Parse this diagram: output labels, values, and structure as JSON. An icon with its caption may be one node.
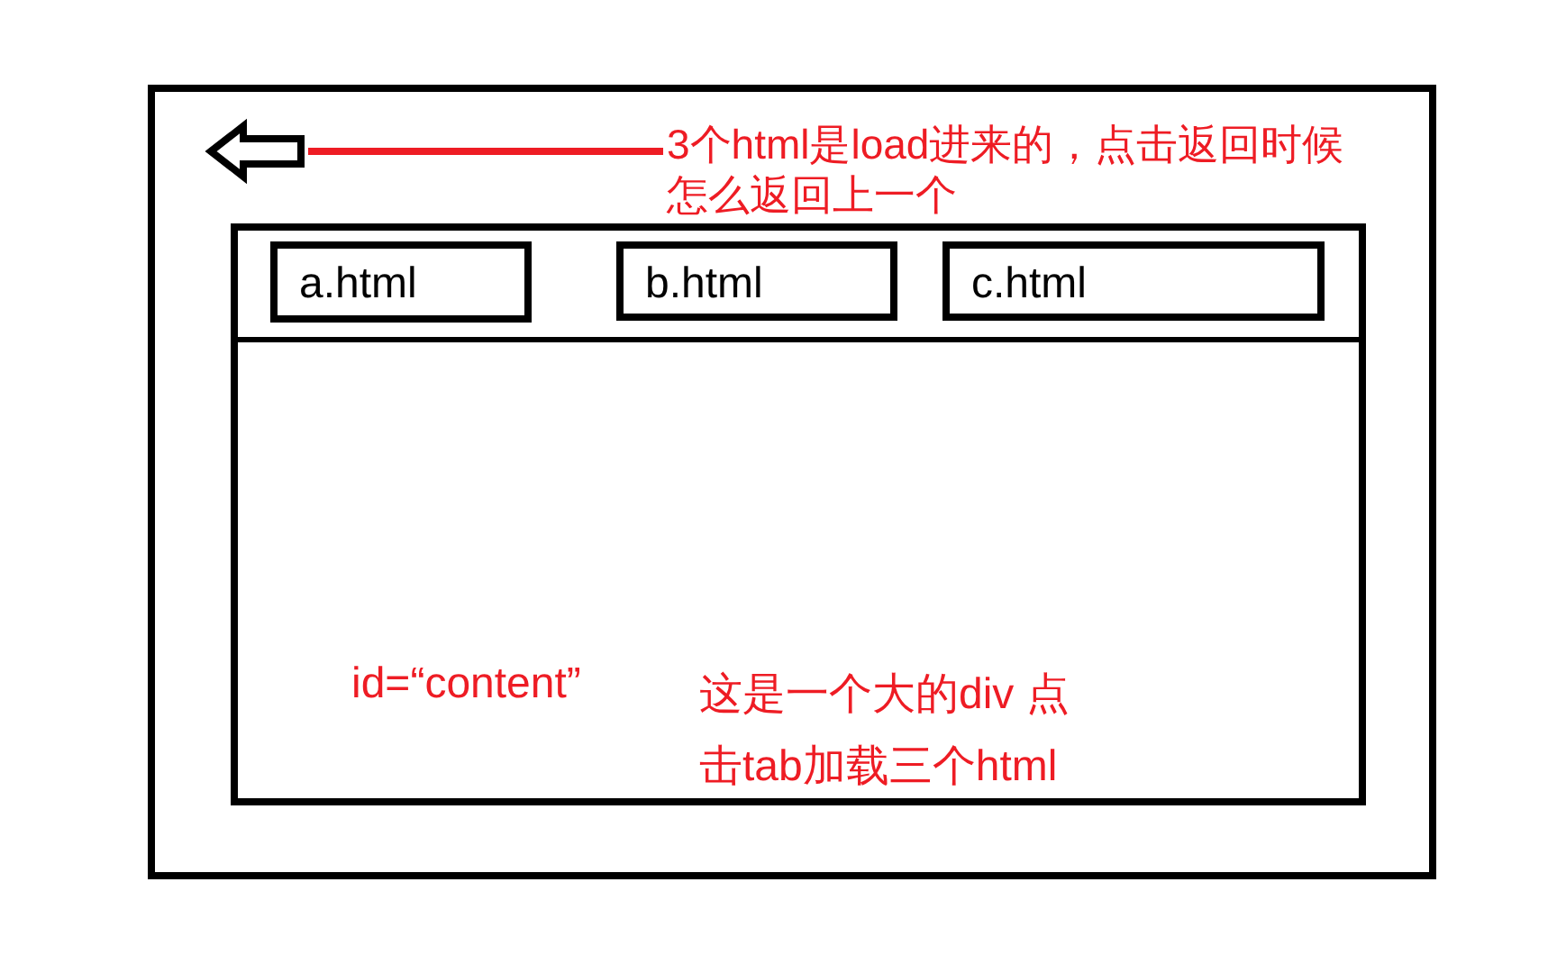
{
  "diagram": {
    "nodes": [
      {
        "text": [],
        "shape": "box"
      },
      {
        "text": [],
        "shape": "arrow",
        "in": 0
      },
      {
        "text": [
          "3个html是load进来的，点击返回时候怎么返回上一个"
        ],
        "in": 0
      },
      {
        "text": [
          "id=“content”",
          "这是一个大的div 点击tab加载三个html"
        ],
        "in": 0
      },
      {
        "text": [
          "a.html"
        ],
        "in": 3
      },
      {
        "text": [
          "b.html"
        ],
        "in": 3
      },
      {
        "text": [
          "c.html"
        ],
        "in": 3
      }
    ],
    "edges": [
      {
        "from": 2,
        "to": 1,
        "arrow": "none",
        "color": "#ee1c24"
      }
    ]
  }
}
